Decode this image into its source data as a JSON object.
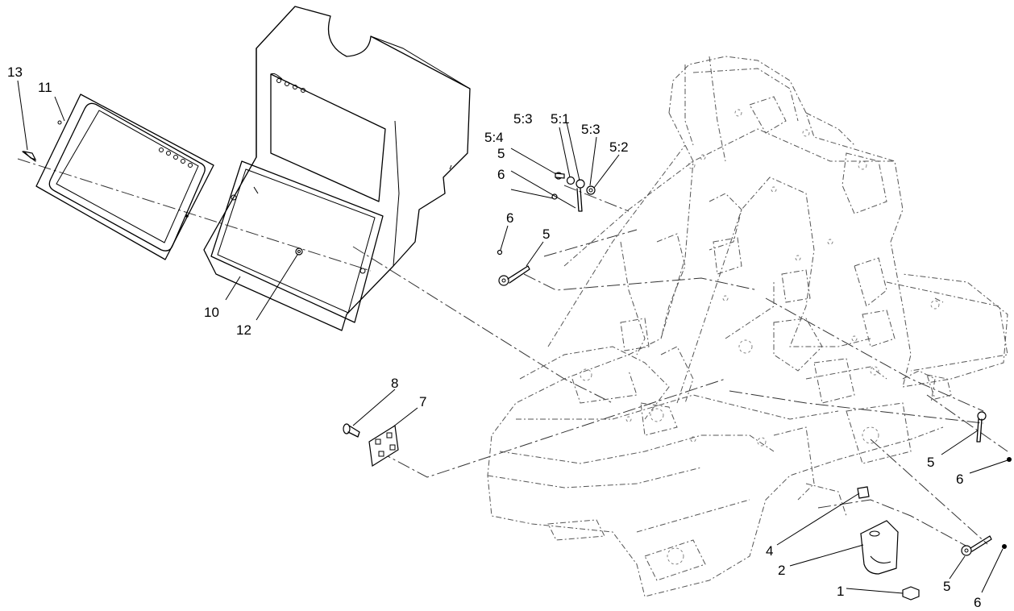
{
  "callouts": {
    "c1": "1",
    "c2": "2",
    "c4": "4",
    "c5a": "5",
    "c5b": "5",
    "c5c": "5",
    "c5d": "5",
    "c6a": "6",
    "c6b": "6",
    "c6c": "6",
    "c6d": "6",
    "c7": "7",
    "c8": "8",
    "c10": "10",
    "c11": "11",
    "c12": "12",
    "c13": "13",
    "c5_1": "5:1",
    "c5_2": "5:2",
    "c5_3a": "5:3",
    "c5_3b": "5:3",
    "c5_4": "5:4"
  }
}
